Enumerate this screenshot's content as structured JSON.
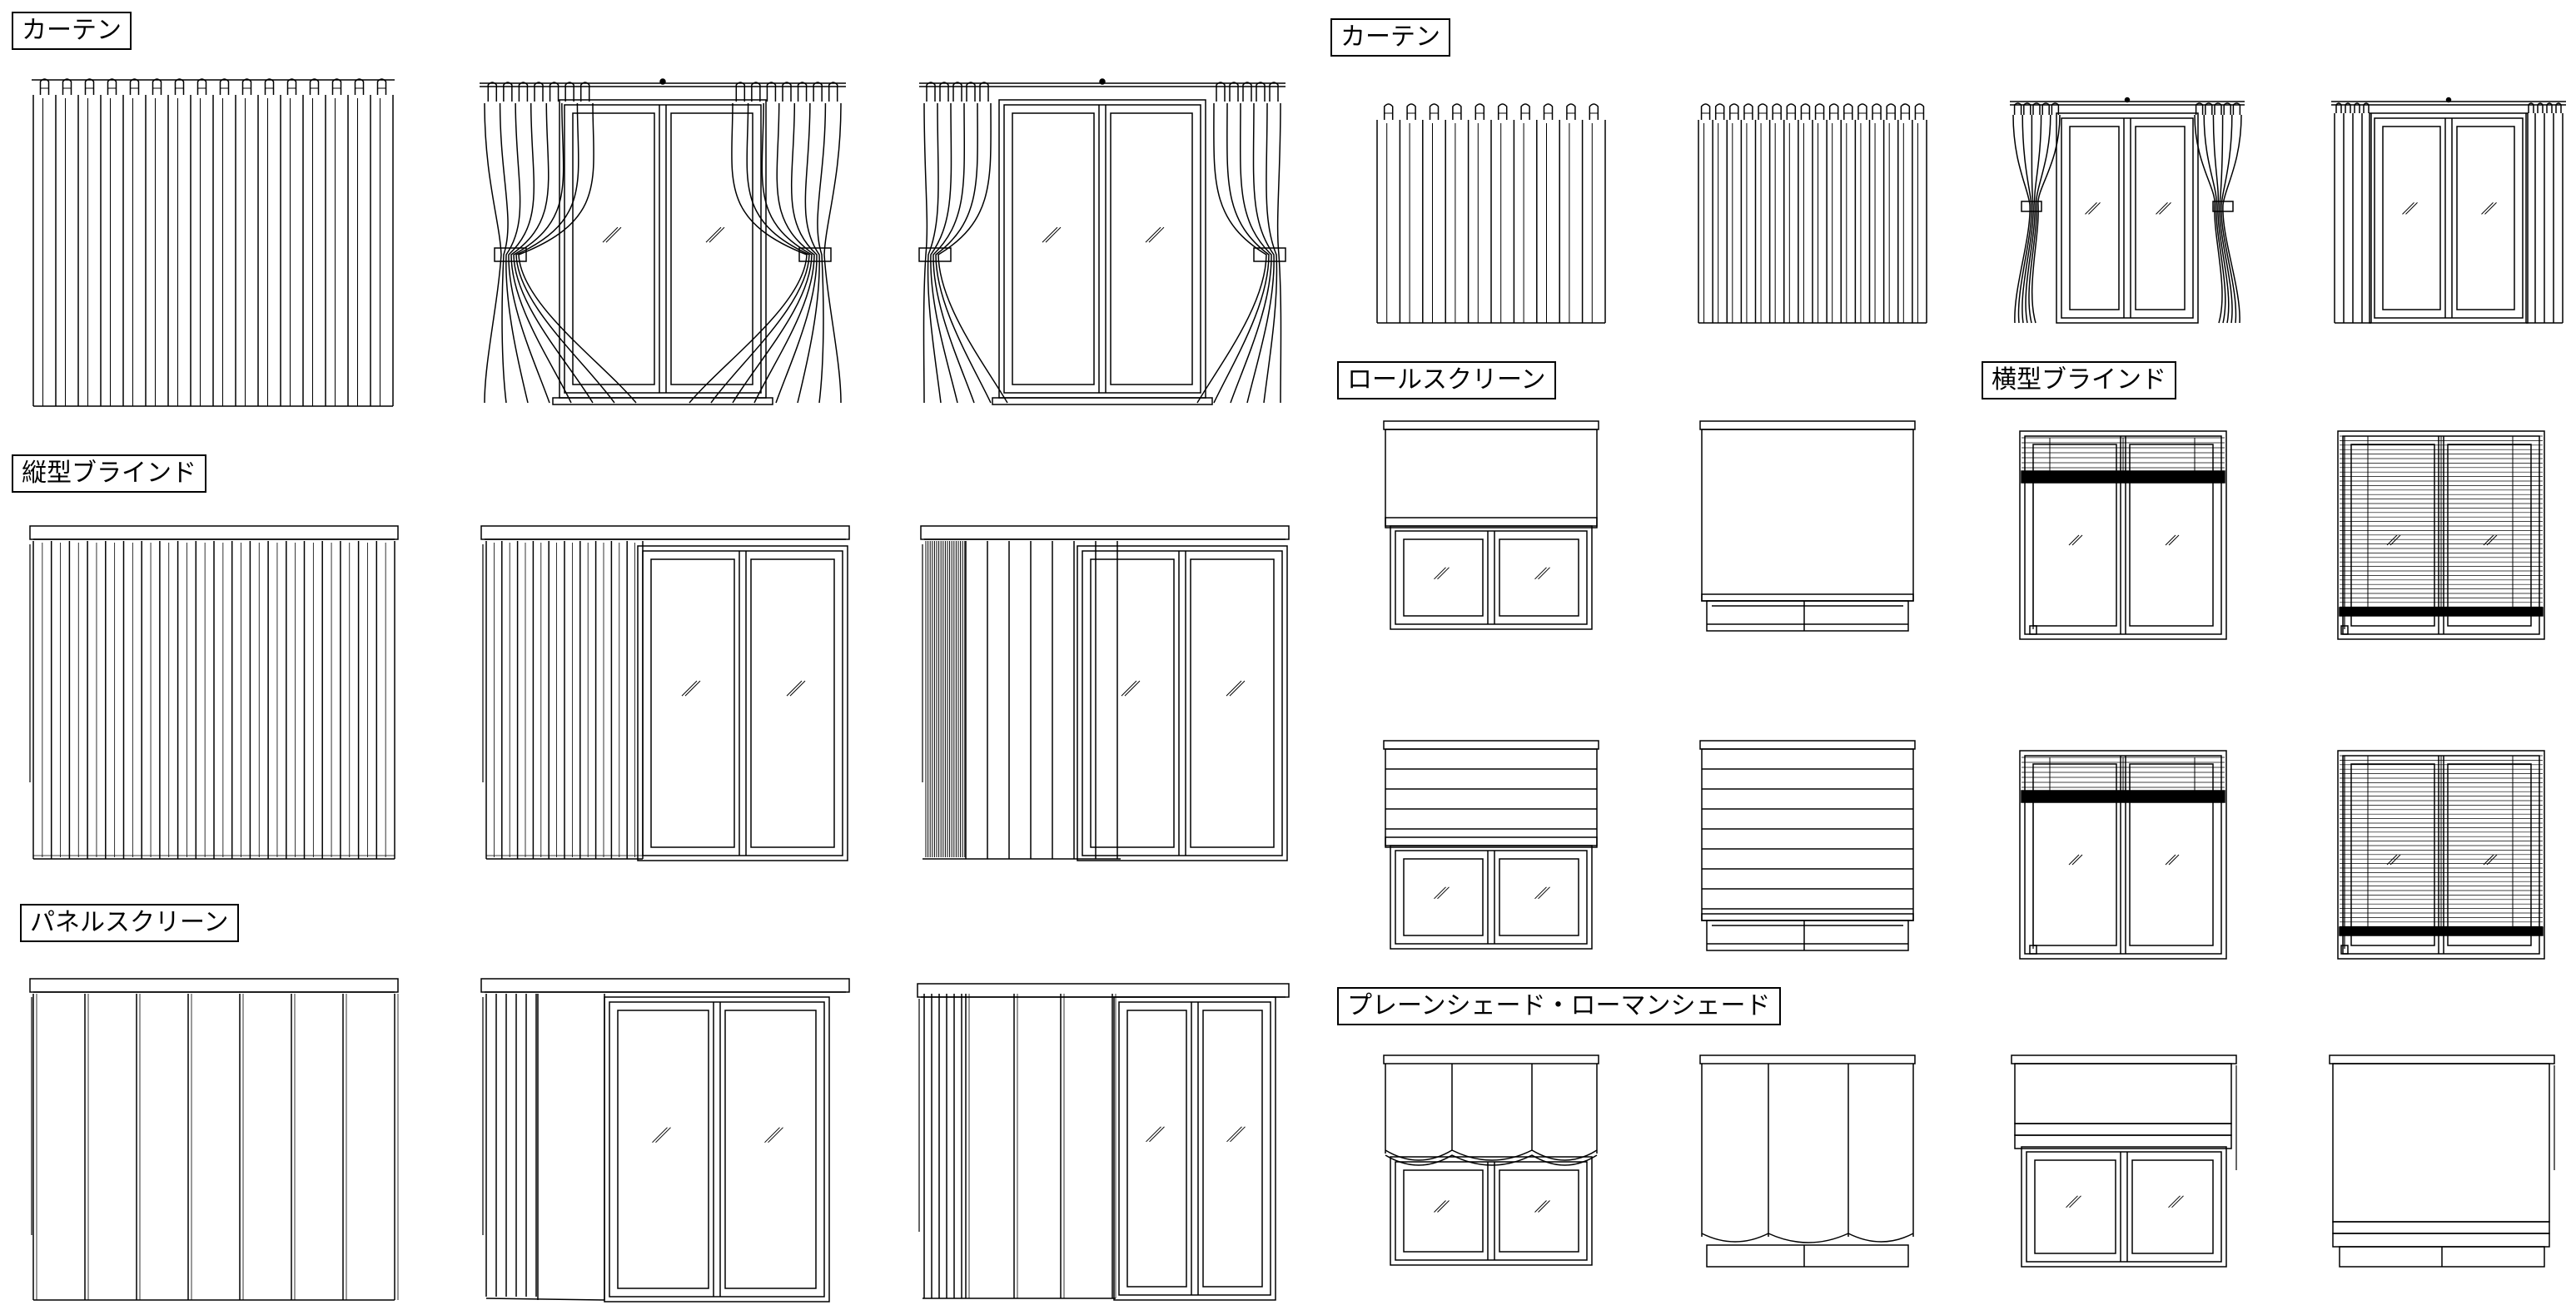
{
  "labels": {
    "curtain_left": "カーテン",
    "vertical_blind": "縦型ブラインド",
    "panel_screen": "パネルスクリーン",
    "curtain_right": "カーテン",
    "roll_screen": "ロールスクリーン",
    "horizontal_blind": "横型ブラインド",
    "plain_roman_shade": "プレーンシェード・ローマンシェード"
  },
  "colors": {
    "line": "#000000",
    "background": "#ffffff"
  },
  "figures": [
    {
      "id": "curtain-closed-large",
      "type": "curtain-closed"
    },
    {
      "id": "curtain-tied-large-1",
      "type": "curtain-tied"
    },
    {
      "id": "curtain-tied-large-2",
      "type": "curtain-tied"
    },
    {
      "id": "vblind-closed",
      "type": "vblind"
    },
    {
      "id": "vblind-half-open",
      "type": "vblind"
    },
    {
      "id": "vblind-open",
      "type": "vblind"
    },
    {
      "id": "panel-screen-closed",
      "type": "panel-screen"
    },
    {
      "id": "panel-screen-half-open",
      "type": "panel-screen"
    },
    {
      "id": "panel-screen-open",
      "type": "panel-screen"
    },
    {
      "id": "curtain-closed-small-1",
      "type": "curtain-closed"
    },
    {
      "id": "curtain-closed-small-2",
      "type": "curtain-closed"
    },
    {
      "id": "curtain-tied-small-1",
      "type": "curtain-tied"
    },
    {
      "id": "curtain-tied-small-2",
      "type": "curtain-tied"
    },
    {
      "id": "roll-screen-up",
      "type": "roll-screen"
    },
    {
      "id": "roll-screen-down",
      "type": "roll-screen"
    },
    {
      "id": "roll-screen-striped-up",
      "type": "roll-screen"
    },
    {
      "id": "roll-screen-striped-down",
      "type": "roll-screen"
    },
    {
      "id": "hblind-raised-1",
      "type": "hblind",
      "state": "raised"
    },
    {
      "id": "hblind-lowered-1",
      "type": "hblind",
      "state": "lowered"
    },
    {
      "id": "hblind-raised-2",
      "type": "hblind",
      "state": "raised"
    },
    {
      "id": "hblind-lowered-2",
      "type": "hblind",
      "state": "lowered"
    },
    {
      "id": "plain-shade-raised",
      "type": "shade"
    },
    {
      "id": "plain-shade-lowered",
      "type": "shade"
    },
    {
      "id": "roman-shade-raised",
      "type": "shade"
    },
    {
      "id": "roman-shade-lowered",
      "type": "shade"
    }
  ]
}
